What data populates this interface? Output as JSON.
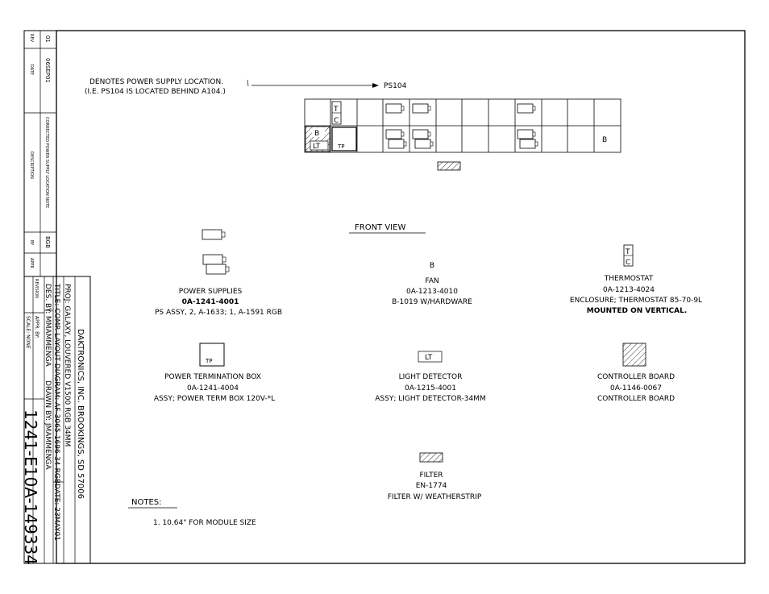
{
  "revision_block": {
    "headers": {
      "rev": "REV",
      "date": "DATE",
      "description": "DESCRIPTION",
      "by": "BY",
      "appr": "APPR"
    },
    "entry": {
      "rev": "01",
      "date": "06SEP01",
      "description": "CORRECTED POWER SUPPLY LOCATION NOTE",
      "by": "BGB"
    }
  },
  "title_block": {
    "company": "DAKTRONICS, INC.  BROOKINGS, SD 57006",
    "project": "PROJ: GALAXY, LOUVERED V1500 RGB 34MM",
    "title": "TITLE: COMP. LAYOUT DIAGRAM: AF-3065-1696-34-RGB",
    "designer": "DES. BY: MMAMMENGA",
    "drawn": "DRAWN BY: JMAMMENGA",
    "date": "DATE: 23MAY01",
    "revision_label": "REVISION",
    "appr": "APPR. BY:",
    "scale": "SCALE:  NONE",
    "drawing_number": "1241-E10A-149334"
  },
  "callout": {
    "line1": "DENOTES POWER SUPPLY LOCATION.",
    "line2": "(I.E. PS104 IS LOCATED BEHIND A104.)",
    "target": "PS104"
  },
  "grid_labels": {
    "t": "T",
    "c": "C",
    "b": "B",
    "lt": "LT",
    "tp": "TP",
    "b_right": "B"
  },
  "front_view": "FRONT VIEW",
  "legend": {
    "power_supplies": {
      "name": "POWER SUPPLIES",
      "part": "0A-1241-4001",
      "desc": "PS ASSY, 2, A-1633; 1, A-1591 RGB"
    },
    "fan": {
      "symbol": "B",
      "name": "FAN",
      "part": "0A-1213-4010",
      "desc": "B-1019 W/HARDWARE"
    },
    "thermostat": {
      "sym_t": "T",
      "sym_c": "C",
      "name": "THERMOSTAT",
      "part": "0A-1213-4024",
      "desc": "ENCLOSURE; THERMOSTAT 85-70-9L",
      "note": "MOUNTED ON VERTICAL."
    },
    "ptb": {
      "symbol": "TP",
      "name": "POWER TERMINATION BOX",
      "part": "0A-1241-4004",
      "desc": "ASSY; POWER TERM BOX 120V-*L"
    },
    "light_detector": {
      "symbol": "LT",
      "name": "LIGHT DETECTOR",
      "part": "0A-1215-4001",
      "desc": "ASSY; LIGHT DETECTOR-34MM"
    },
    "controller": {
      "name": "CONTROLLER BOARD",
      "part": "0A-1146-0067",
      "desc": "CONTROLLER BOARD"
    },
    "filter": {
      "name": "FILTER",
      "part": "EN-1774",
      "desc": "FILTER W/ WEATHERSTRIP"
    }
  },
  "notes": {
    "heading": "NOTES:",
    "items": [
      "1.  10.64\" FOR MODULE SIZE"
    ]
  }
}
